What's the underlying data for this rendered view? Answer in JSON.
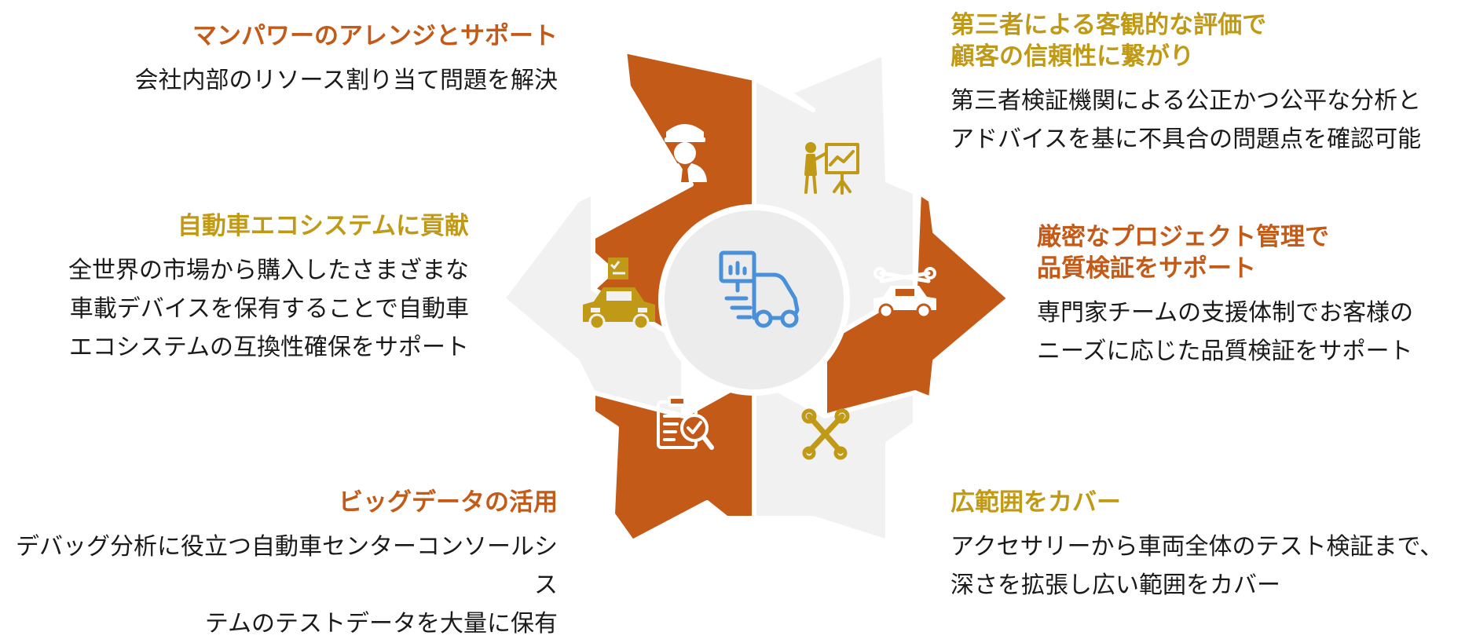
{
  "colors": {
    "orange": "#c45a18",
    "gold": "#c09a17",
    "gray_wedge": "#f1f1f1",
    "center_fill": "#ececec",
    "truck_blue": "#4a90d9"
  },
  "center": {
    "icon": "truck-with-monitor-icon"
  },
  "items": [
    {
      "id": "manpower",
      "title": "マンパワーのアレンジとサポート",
      "desc": "会社内部のリソース割り当て問題を解決",
      "icon": "worker-hardhat-icon",
      "title_color": "orange"
    },
    {
      "id": "third-party",
      "title": "第三者による客観的な評価で\n顧客の信頼性に繋がり",
      "desc": "第三者検証機関による公正かつ公平な分析と\nアドバイスを基に不具合の問題点を確認可能",
      "icon": "presenter-board-icon",
      "title_color": "gold"
    },
    {
      "id": "project-mgmt",
      "title": "厳密なプロジェクト管理で\n品質検証をサポート",
      "desc": "専門家チームの支援体制でお客様の\nニーズに応じた品質検証をサポート",
      "icon": "car-wrench-icon",
      "title_color": "orange"
    },
    {
      "id": "coverage",
      "title": "広範囲をカバー",
      "desc": "アクセサリーから車両全体のテスト検証まで、\n深さを拡張し広い範囲をカバー",
      "icon": "tools-icon",
      "title_color": "gold"
    },
    {
      "id": "bigdata",
      "title": "ビッグデータの活用",
      "desc": "デバッグ分析に役立つ自動車センターコンソールシス\nテムのテストデータを大量に保有",
      "icon": "clipboard-magnifier-icon",
      "title_color": "orange"
    },
    {
      "id": "ecosystem",
      "title": "自動車エコシステムに貢献",
      "desc": "全世界の市場から購入したさまざまな\n車載デバイスを保有することで自動車\nエコシステムの互換性確保をサポート",
      "icon": "car-checklist-icon",
      "title_color": "gold"
    }
  ]
}
